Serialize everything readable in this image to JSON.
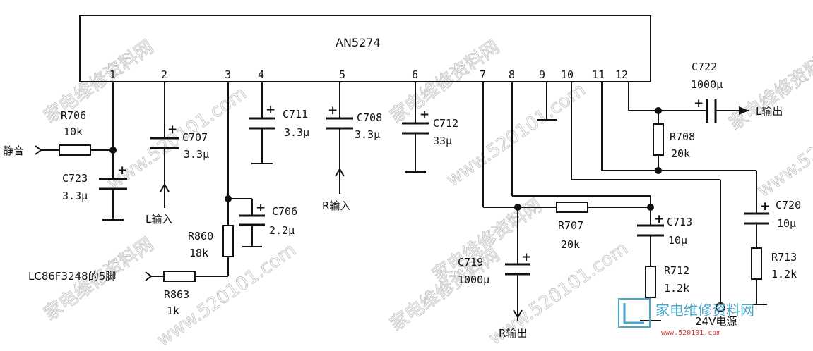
{
  "ic": {
    "name": "AN5274"
  },
  "pins": [
    "1",
    "2",
    "3",
    "4",
    "5",
    "6",
    "7",
    "8",
    "9",
    "10",
    "11",
    "12"
  ],
  "components": {
    "r706": {
      "ref": "R706",
      "value": "10k"
    },
    "c723": {
      "ref": "C723",
      "value": "3.3μ"
    },
    "c707": {
      "ref": "C707",
      "value": "3.3μ"
    },
    "c711": {
      "ref": "C711",
      "value": "3.3μ"
    },
    "c708": {
      "ref": "C708",
      "value": "3.3μ"
    },
    "c712": {
      "ref": "C712",
      "value": "33μ"
    },
    "c706": {
      "ref": "C706",
      "value": "2.2μ"
    },
    "r860": {
      "ref": "R860",
      "value": "18k"
    },
    "r863": {
      "ref": "R863",
      "value": "1k"
    },
    "c722": {
      "ref": "C722",
      "value": "1000μ"
    },
    "r708": {
      "ref": "R708",
      "value": "20k"
    },
    "r707": {
      "ref": "R707",
      "value": "20k"
    },
    "c713": {
      "ref": "C713",
      "value": "10μ"
    },
    "r712": {
      "ref": "R712",
      "value": "1.2k"
    },
    "c719": {
      "ref": "C719",
      "value": "1000μ"
    },
    "c720": {
      "ref": "C720",
      "value": "10μ"
    },
    "r713": {
      "ref": "R713",
      "value": "1.2k"
    }
  },
  "signals": {
    "mute": "静音",
    "l_in": "L输入",
    "r_in": "R输入",
    "lc86": "LC86F3248的5脚",
    "l_out": "L输出",
    "r_out": "R输出",
    "power": "24V电源"
  },
  "watermark": {
    "text1": "家电维修资料网",
    "text2": "www.520101.com",
    "logo_cn": "家电维修资料网",
    "logo_url": "www.520101.com",
    "logo_color": "#4aa6c8",
    "logo_url_color": "#cc3333"
  }
}
